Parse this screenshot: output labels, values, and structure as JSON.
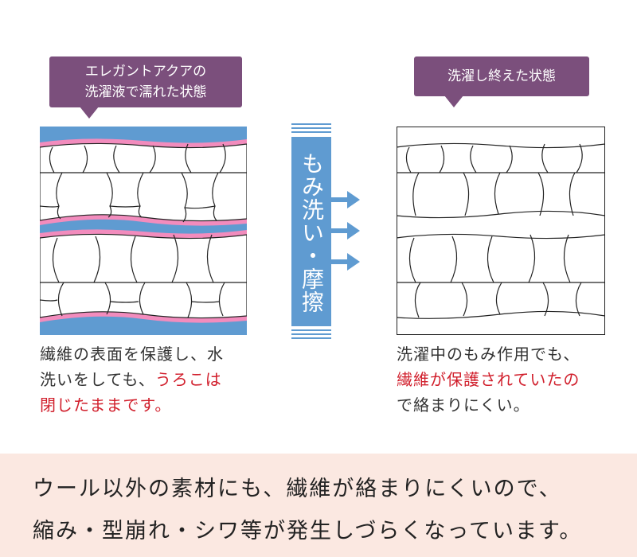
{
  "left_panel": {
    "label_lines": [
      "エレガントアクアの",
      "洗濯液で濡れた状態"
    ],
    "caption_normal": "繊維の表面を保護し、水洗いをしても、",
    "caption_red": "うろこは閉じたままです。",
    "caption_line1": "繊維の表面を保護し、水",
    "caption_line2_normal": "洗いをしても、",
    "caption_line2_red": "うろこは",
    "caption_line3_red": "閉じたままです。"
  },
  "process": {
    "label": "もみ洗い・摩擦"
  },
  "right_panel": {
    "label": "洗濯し終えた状態",
    "caption_line1": "洗濯中のもみ作用でも、",
    "caption_line2_red": "繊維が保護されていたの",
    "caption_line3_normal": "で絡まりにくい。"
  },
  "footer": {
    "line1": "ウール以外の素材にも、繊維が絡まりにくいので、",
    "line2": "縮み・型崩れ・シワ等が発生しづらくなっています。"
  },
  "colors": {
    "label_bg": "#7b4f7c",
    "water_blue": "#5f9bd1",
    "coating_pink": "#f28cbd",
    "highlight_red": "#d11f2c",
    "footer_bg": "#fbe8e1"
  }
}
